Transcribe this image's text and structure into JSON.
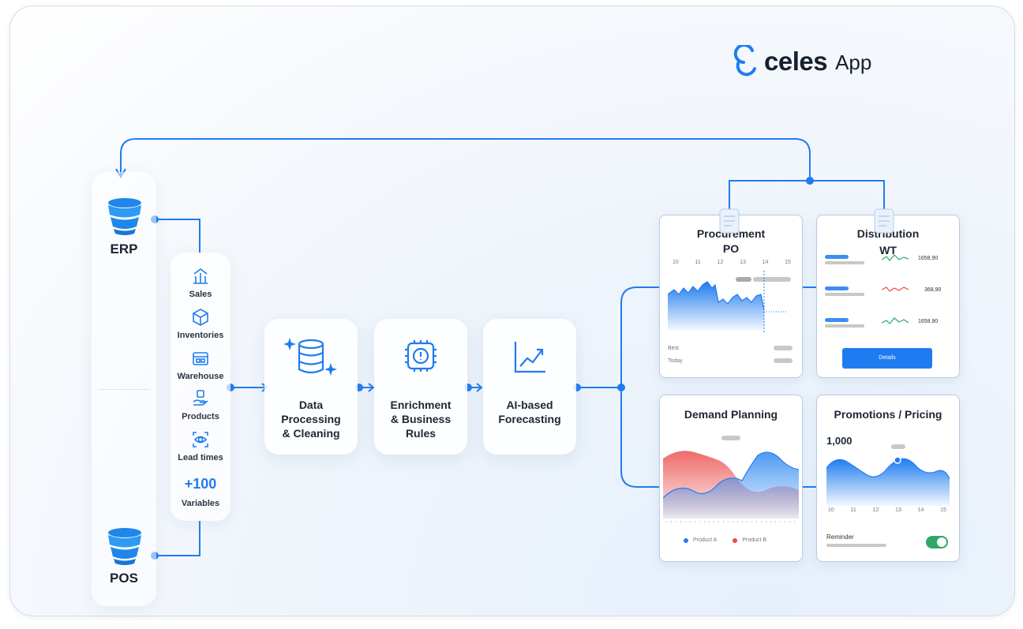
{
  "brand": {
    "name": "celes",
    "suffix": "App",
    "logo": "celes-logo-icon",
    "accent": "#1f7cf0"
  },
  "sources": {
    "top": "ERP",
    "bottom": "POS",
    "icon": "database-icon"
  },
  "variables": {
    "items": [
      {
        "label": "Sales",
        "icon": "sales-chart-icon"
      },
      {
        "label": "Inventories",
        "icon": "box-icon"
      },
      {
        "label": "Warehouse",
        "icon": "warehouse-icon"
      },
      {
        "label": "Products",
        "icon": "product-hand-icon"
      },
      {
        "label": "Lead times",
        "icon": "eye-scan-icon"
      }
    ],
    "more_count": "+100",
    "more_label": "Variables"
  },
  "pipeline": [
    {
      "label": "Data\nProcessing\n& Cleaning",
      "icon": "database-sparkle-icon"
    },
    {
      "label": "Enrichment\n& Business\nRules",
      "icon": "chip-icon"
    },
    {
      "label": "AI-based\nForecasting",
      "icon": "trend-chart-icon"
    }
  ],
  "outputs": {
    "procurement": {
      "title": "Procurement",
      "subtitle": "PO",
      "ticks": [
        "10",
        "11",
        "12",
        "13",
        "14",
        "15"
      ],
      "rows": [
        "Best",
        "Today"
      ]
    },
    "distribution": {
      "title": "Distribution",
      "subtitle": "WT",
      "values": [
        "1658,90",
        "368,90",
        "1658,90"
      ],
      "button": "Details"
    },
    "demand": {
      "title": "Demand Planning",
      "legend": [
        "Product A",
        "Product B"
      ],
      "colors": {
        "a": "#3a8ff0",
        "b": "#e84a4a"
      }
    },
    "promotions": {
      "title": "Promotions / Pricing",
      "value": "1,000",
      "ticks": [
        "10",
        "11",
        "12",
        "13",
        "14",
        "15"
      ],
      "reminder": "Reminder",
      "toggle_on": true
    }
  }
}
